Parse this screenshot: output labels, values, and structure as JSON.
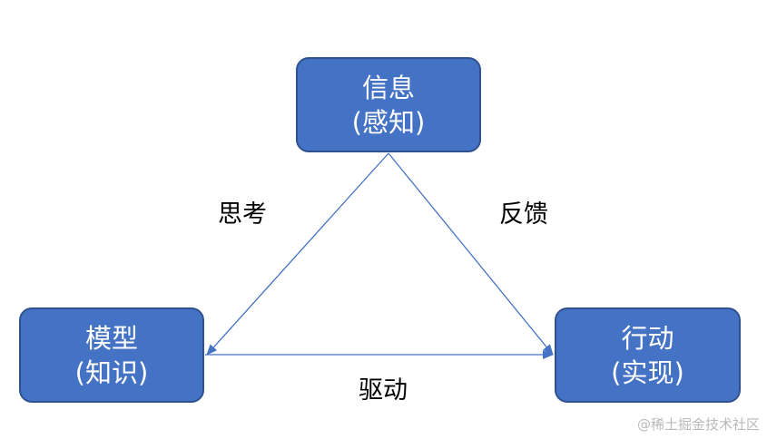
{
  "nodes": {
    "info": {
      "line1": "信息",
      "line2": "(感知)"
    },
    "model": {
      "line1": "模型",
      "line2": "(知识)"
    },
    "action": {
      "line1": "行动",
      "line2": "(实现)"
    }
  },
  "edges": {
    "think": {
      "label": "思考"
    },
    "feedback": {
      "label": "反馈"
    },
    "drive": {
      "label": "驱动"
    }
  },
  "colors": {
    "node_fill": "#4472c4",
    "node_border": "#2f528f",
    "arrow": "#4472c4"
  },
  "watermark": "@稀土掘金技术社区"
}
